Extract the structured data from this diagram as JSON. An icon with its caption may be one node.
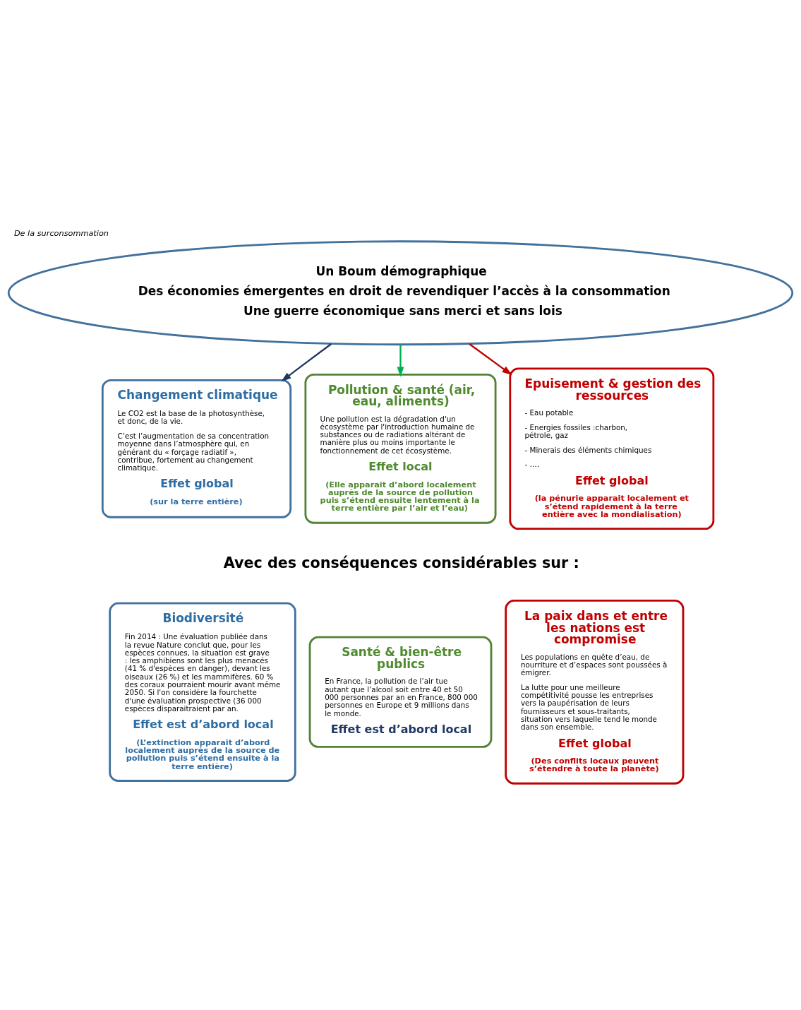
{
  "diagram": {
    "title": "De la surconsommation",
    "nodes": [
      {
        "text": [
          "Un Boum démographique",
          "Des économies émergentes en droit de revendiquer l’accès à la consommation",
          "Une guerre économique sans merci et sans lois"
        ]
      },
      {
        "text": [
          "Changement climatique",
          "Le CO2 est la base de la photosynthèse, et donc, de la vie.",
          "C’est l’augmentation de sa concentration moyenne dans l’atmosphère qui, en générant du « forçage radiatif », contribue, fortement au changement climatique.",
          "Effet global",
          "(sur la terre entière)"
        ]
      },
      {
        "text": [
          "Pollution & santé (air, eau, aliments)",
          "Une pollution est la dégradation d'un écosystème par l'introduction humaine de substances ou de radiations altérant de manière plus ou moins importante le fonctionnement de cet écosystème.",
          "Effet local",
          "(Elle apparait d’abord localement auprès de la source de pollution puis s’étend ensuite lentement à la terre entière par l’air et l’eau)"
        ]
      },
      {
        "text": [
          "Epuisement & gestion des ressources",
          "- Eau potable",
          "- Energies fossiles :charbon, pétrole, gaz",
          "- Minerais des éléments chimiques",
          "- ….",
          "Effet global",
          "(la pénurie apparait localement et s’étend rapidement à la terre entière avec la mondialisation)"
        ]
      },
      {
        "text": [
          "Biodiversité",
          "Fin 2014 : Une évaluation publiée dans la revue Nature conclut que, pour les espèces connues, la situation est grave : les amphibiens sont les plus menacés (41 % d'espèces en danger), devant les oiseaux (26 %) et les mammifères. 60 % des coraux pourraient mourir avant même 2050. Si l'on considère la fourchette d'une évaluation prospective (36 000 espèces disparaitraient par an.",
          "Effet est d’abord local",
          "(L’extinction apparait d’abord localement auprès de la source de pollution puis s’étend ensuite à la terre entière)"
        ]
      },
      {
        "text": [
          "Santé & bien-être publics",
          "En France, la pollution de l’air tue autant que l’alcool soit entre 40 et 50 000 personnes par an en France, 800 000 personnes en Europe et 9 millions dans le monde.",
          "Effet est d’abord local"
        ]
      },
      {
        "text": [
          "La paix dans et entre les nations est compromise",
          "Les populations en quête d’eau, de nourriture et d’espaces sont poussées à émigrer.",
          "La lutte pour une meilleure compétitivité pousse les entreprises vers la paupérisation de leurs fournisseurs et sous-traitants, situation vers laquelle tend le monde dans son ensemble.",
          "Effet global",
          "(Des conflits locaux peuvent s’étendre à toute la planète)"
        ]
      }
    ],
    "edges": [
      {
        "from": 0,
        "to": 1,
        "arrow": "to",
        "color": "#1f3864"
      },
      {
        "from": 0,
        "to": 2,
        "arrow": "to",
        "color": "#00b050"
      },
      {
        "from": 0,
        "to": 3,
        "arrow": "to",
        "color": "#c00000"
      }
    ],
    "labels": [
      "Avec des conséquences considérables sur :"
    ]
  }
}
